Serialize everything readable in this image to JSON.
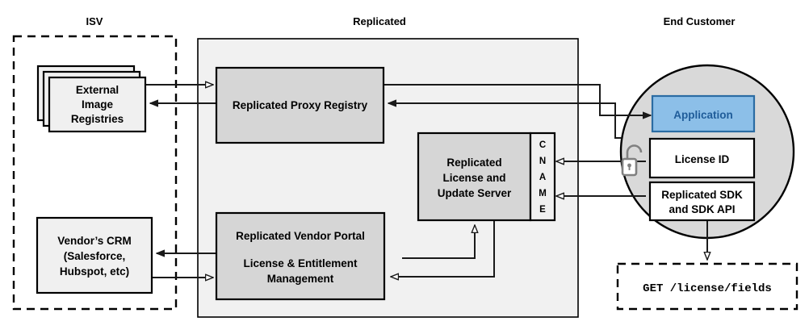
{
  "diagram": {
    "title_isv": "ISV",
    "title_replicated": "Replicated",
    "title_end_customer": "End Customer",
    "nodes": {
      "external_registries": "External\nImage\nRegistries",
      "external_registries_l1": "External",
      "external_registries_l2": "Image",
      "external_registries_l3": "Registries",
      "vendor_crm_l1": "Vendor’s CRM",
      "vendor_crm_l2": "(Salesforce,",
      "vendor_crm_l3": "Hubspot, etc)",
      "proxy_registry": "Replicated Proxy Registry",
      "license_server_l1": "Replicated",
      "license_server_l2": "License and",
      "license_server_l3": "Update Server",
      "cname_c": "C",
      "cname_n": "N",
      "cname_a": "A",
      "cname_m": "M",
      "cname_e": "E",
      "vendor_portal_l1": "Replicated Vendor Portal",
      "vendor_portal_l2": "License & Entitlement",
      "vendor_portal_l3": "Management",
      "application": "Application",
      "license_id": "License ID",
      "sdk_l1": "Replicated SDK",
      "sdk_l2": "and SDK API",
      "api_call": "GET /license/fields"
    },
    "icons": {
      "unlock": "unlock-icon"
    },
    "colors": {
      "application_fill": "#8cbfe8",
      "application_stroke": "#2b6ca3",
      "application_text": "#1f5c99",
      "node_grey": "#d6d6d6",
      "node_light": "#f0f0f0",
      "region_fill": "#f1f1f1",
      "circle_fill": "#d9d9d9",
      "line": "#1a1a1a",
      "lock": "#808080"
    }
  }
}
